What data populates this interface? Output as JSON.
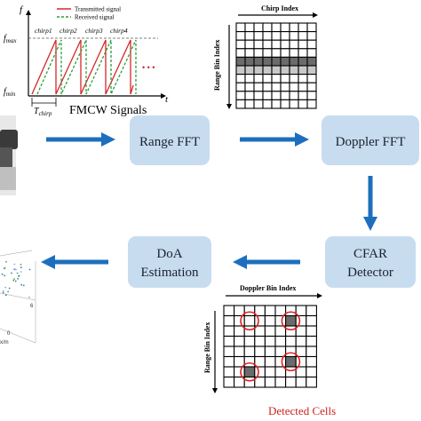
{
  "fmcw": {
    "title": "FMCW Signals",
    "axis_y": "f",
    "axis_x": "t",
    "f_max": "f",
    "f_max_sub": "max",
    "f_min": "f",
    "f_min_sub": "min",
    "t_chirp": "T",
    "t_chirp_sub": "chirp",
    "chirps": [
      "chirp1",
      "chirp2",
      "chirp3",
      "chirp4"
    ],
    "ellipsis": "• • •",
    "legend": [
      {
        "label": "Transmitted signal",
        "color": "#d62728",
        "dash": false
      },
      {
        "label": "Received signal",
        "color": "#2a9d3a",
        "dash": true
      }
    ]
  },
  "grid1": {
    "col_header": "Chirp Index",
    "row_header": "Range Bin Index",
    "rows": 10,
    "cols": 9,
    "dark_row": 4,
    "light_row": 5,
    "dark_color": "#6b6b6b",
    "light_color": "#c8c8c8"
  },
  "grid2": {
    "col_header": "Doppler Bin Index",
    "row_header": "Range Bin Index",
    "rows": 8,
    "cols": 9,
    "filled_cells": [
      [
        1,
        6
      ],
      [
        6,
        2
      ],
      [
        5,
        6
      ]
    ],
    "circles": [
      [
        1,
        2
      ],
      [
        1,
        6
      ],
      [
        6,
        2
      ],
      [
        5,
        6
      ]
    ],
    "fill_color": "#6b6b6b",
    "circle_color": "#e02020",
    "caption": "Detected Cells"
  },
  "blocks": {
    "range_fft": "Range FFT",
    "doppler_fft": "Doppler FFT",
    "cfar_line1": "CFAR",
    "cfar_line2": "Detector",
    "doa_line1": "DoA",
    "doa_line2": "Estimation"
  },
  "colors": {
    "block_fill": "#c7dcef",
    "arrow": "#1d6fbd",
    "caption_red": "#d21f1f"
  },
  "scatter": {
    "axis_tick_1": "6",
    "axis_tick_2": "0",
    "axis_unit": "x/m"
  }
}
